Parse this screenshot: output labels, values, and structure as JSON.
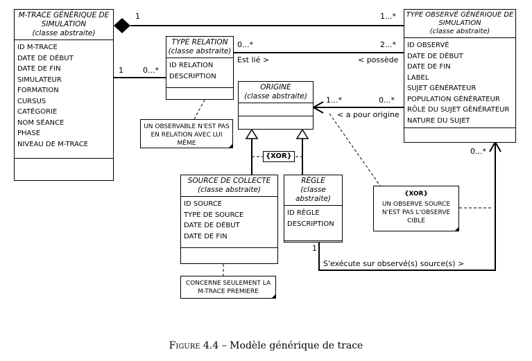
{
  "classes": {
    "mtrace": {
      "name": "M-TRACE GÉNÉRIQUE DE SIMULATION",
      "stereotype": "(classe abstraite)",
      "attributes": [
        "ID M-TRACE",
        "DATE DE DÉBUT",
        "DATE DE FIN",
        "SIMULATEUR",
        "FORMATION",
        "CURSUS",
        "CATÉGORIE",
        "NOM SÉANCE",
        "PHASE",
        "NIVEAU DE M-TRACE"
      ]
    },
    "type_relation": {
      "name": "TYPE RELATION",
      "stereotype": "(classe abstraite)",
      "attributes": [
        "ID RELATION",
        "DESCRIPTION"
      ]
    },
    "type_observe": {
      "name": "TYPE OBSERVÉ GÉNÉRIQUE DE SIMULATION",
      "stereotype": "(classe abstraite)",
      "attributes": [
        "ID OBSERVÉ",
        "DATE DE DÉBUT",
        "DATE DE FIN",
        "LABEL",
        "SUJET GÉNÉRATEUR",
        "POPULATION GÉNÉRATEUR",
        "RÔLE DU SUJET GÉNÉRATEUR",
        "NATURE DU SUJET"
      ]
    },
    "origine": {
      "name": "ORIGINE",
      "stereotype": "(classe abstraite)",
      "attributes": []
    },
    "source_collecte": {
      "name": "SOURCE DE COLLECTE",
      "stereotype": "(classe abstraite)",
      "attributes": [
        "ID SOURCE",
        "TYPE DE SOURCE",
        "DATE DE DÉBUT",
        "DATE DE FIN"
      ]
    },
    "regle": {
      "name": "RÈGLE",
      "stereotype": "(classe abstraite)",
      "attributes": [
        "ID RÈGLE",
        "DESCRIPTION"
      ]
    }
  },
  "notes": {
    "relation_note": "UN OBSERVABLE N'EST PAS EN RELATION AVEC LUI MÊME",
    "xor_note_title": "{XOR}",
    "xor_note_text": "UN OBSERVE SOURCE N'EST PAS L'OBSERVE CIBLE",
    "source_note": "CONCERNE SEULEMENT LA M-TRACE PREMIERE"
  },
  "labels": {
    "mt_to_obs_left": "1",
    "mt_to_obs_right": "1...*",
    "rel_mult_left": "0...*",
    "rel_mult_right": "2...*",
    "est_lie": "Est lié >",
    "possede": "< possède",
    "mt_rel_left": "1",
    "mt_rel_right": "0...*",
    "orig_mult_left": "1...*",
    "orig_mult_right": "0...*",
    "a_pour_origine": "< a pour origine",
    "regle_mult": "1",
    "obs_mult_bottom": "0...*",
    "executes_sur": "S'exécute sur observé(s) source(s) >",
    "xor_constraint": "{XOR}"
  },
  "caption": {
    "figure": "Figure 4.4",
    "text": " – Modèle générique de trace"
  }
}
